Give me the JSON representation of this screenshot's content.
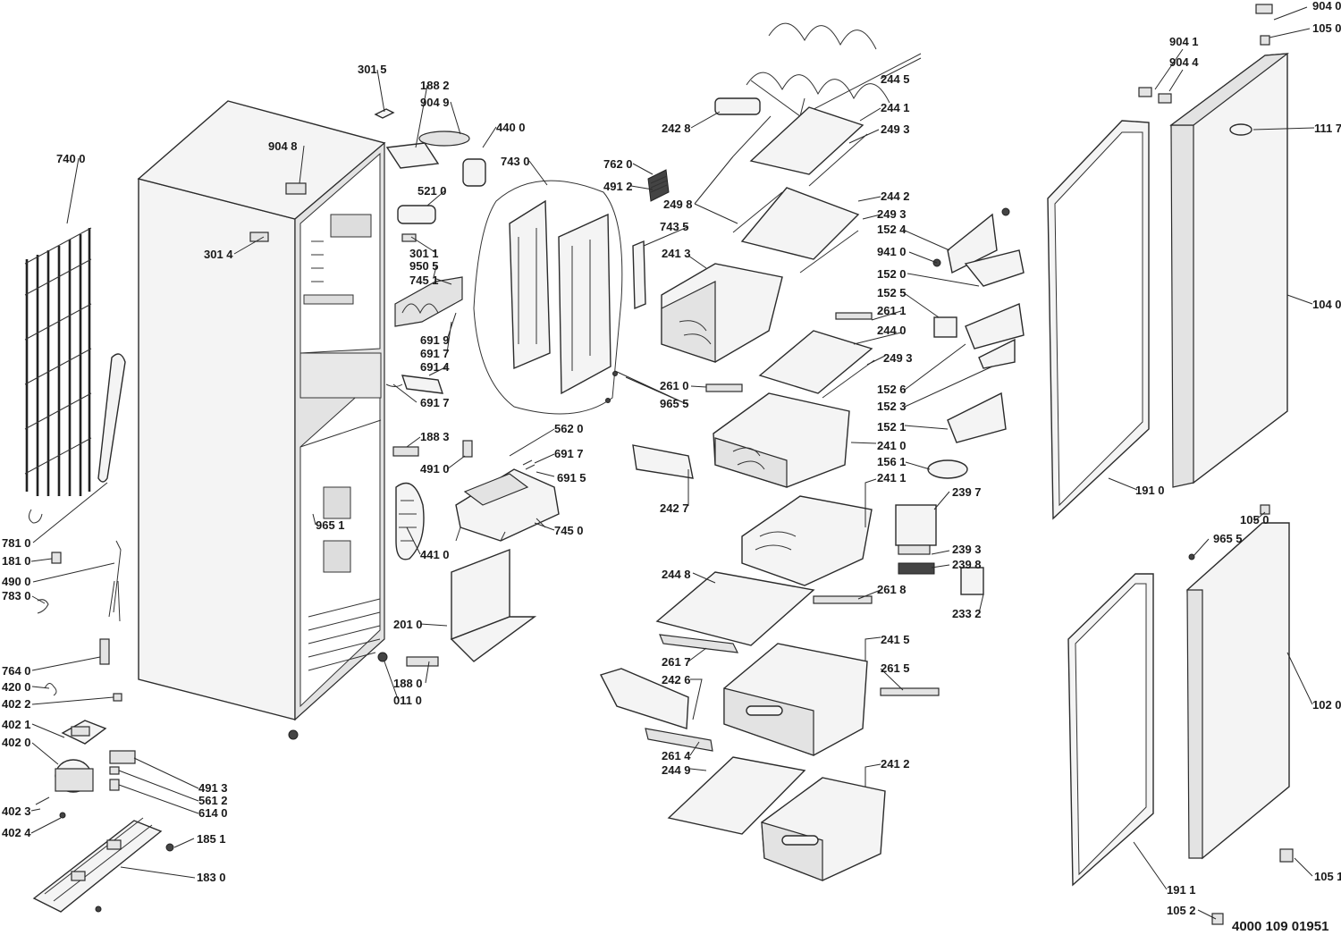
{
  "labels": {
    "l9040": "904 0",
    "l1050a": "105 0",
    "l9041": "904 1",
    "l9044": "904 4",
    "l1117": "111 7",
    "l1040": "104 0",
    "l1910": "191 0",
    "l1050b": "105 0",
    "l9655b": "965 5",
    "l1020": "102 0",
    "l1911": "191 1",
    "l1051": "105 1",
    "l1052": "105 2",
    "l2445": "244 5",
    "l2428": "242 8",
    "l2441": "244 1",
    "l2493a": "249 3",
    "l2498": "249 8",
    "l2442": "244 2",
    "l2493b": "249 3",
    "l1524": "152 4",
    "l9410": "941 0",
    "l1520": "152 0",
    "l1525": "152 5",
    "l2611": "261 1",
    "l2440": "244 0",
    "l2493c": "249 3",
    "l1526": "152 6",
    "l1523": "152 3",
    "l1521": "152 1",
    "l2413": "241 3",
    "l2610": "261 0",
    "l9655a": "965 5",
    "l2410": "241 0",
    "l1561": "156 1",
    "l2397": "239 7",
    "l2411": "241 1",
    "l2427": "242 7",
    "l2393": "239 3",
    "l2398": "239 8",
    "l2332": "233 2",
    "l2448": "244 8",
    "l2618": "261 8",
    "l2415": "241 5",
    "l2617": "261 7",
    "l2615": "261 5",
    "l2426": "242 6",
    "l2614": "261 4",
    "l2449": "244 9",
    "l2412": "241 2",
    "l7620": "762 0",
    "l4912": "491 2",
    "l7430": "743 0",
    "l7435": "743 5",
    "l3015": "301 5",
    "l1882": "188 2",
    "l9049": "904 9",
    "l4400": "440 0",
    "l9048": "904 8",
    "l5210": "521 0",
    "l3014": "301 4",
    "l3011": "301 1",
    "l9505": "950 5",
    "l7451": "745 1",
    "l6919": "691 9",
    "l6917a": "691 7",
    "l6914": "691 4",
    "l6917b": "691 7",
    "l1883": "188 3",
    "l4910": "491 0",
    "l5620": "562 0",
    "l6917c": "691 7",
    "l6915": "691 5",
    "l9651": "965 1",
    "l7450": "745 0",
    "l4410": "441 0",
    "l2010": "201 0",
    "l1880": "188 0",
    "l0110": "011 0",
    "l7400": "740 0",
    "l7810": "781 0",
    "l1810": "181 0",
    "l4900": "490 0",
    "l7830": "783 0",
    "l7640": "764 0",
    "l4200": "420 0",
    "l4022": "402 2",
    "l4021": "402 1",
    "l4020": "402 0",
    "l4023": "402 3",
    "l4024": "402 4",
    "l4913": "491 3",
    "l5612": "561 2",
    "l6140": "614 0",
    "l1851": "185 1",
    "l1830": "183 0"
  },
  "footer": {
    "code": "4000 109 01951"
  }
}
